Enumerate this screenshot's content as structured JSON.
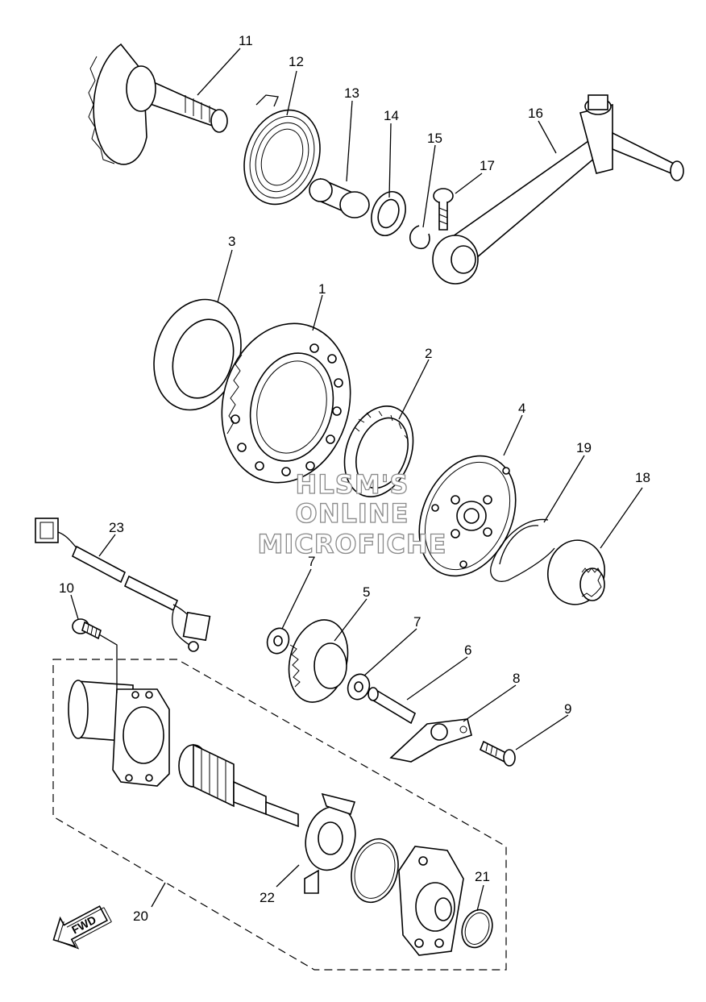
{
  "diagram": {
    "labels": {
      "p1": "1",
      "p2": "2",
      "p3": "3",
      "p4": "4",
      "p5": "5",
      "p6": "6",
      "p7a": "7",
      "p7b": "7",
      "p8": "8",
      "p9": "9",
      "p10": "10",
      "p11": "11",
      "p12": "12",
      "p13": "13",
      "p14": "14",
      "p15": "15",
      "p16": "16",
      "p17": "17",
      "p18": "18",
      "p19": "19",
      "p20": "20",
      "p21": "21",
      "p22": "22",
      "p23": "23"
    },
    "watermark": {
      "line1": "HLSM'S",
      "line2": "ONLINE",
      "line3": "MICROFICHE"
    },
    "fwd_arrow": "FWD"
  }
}
